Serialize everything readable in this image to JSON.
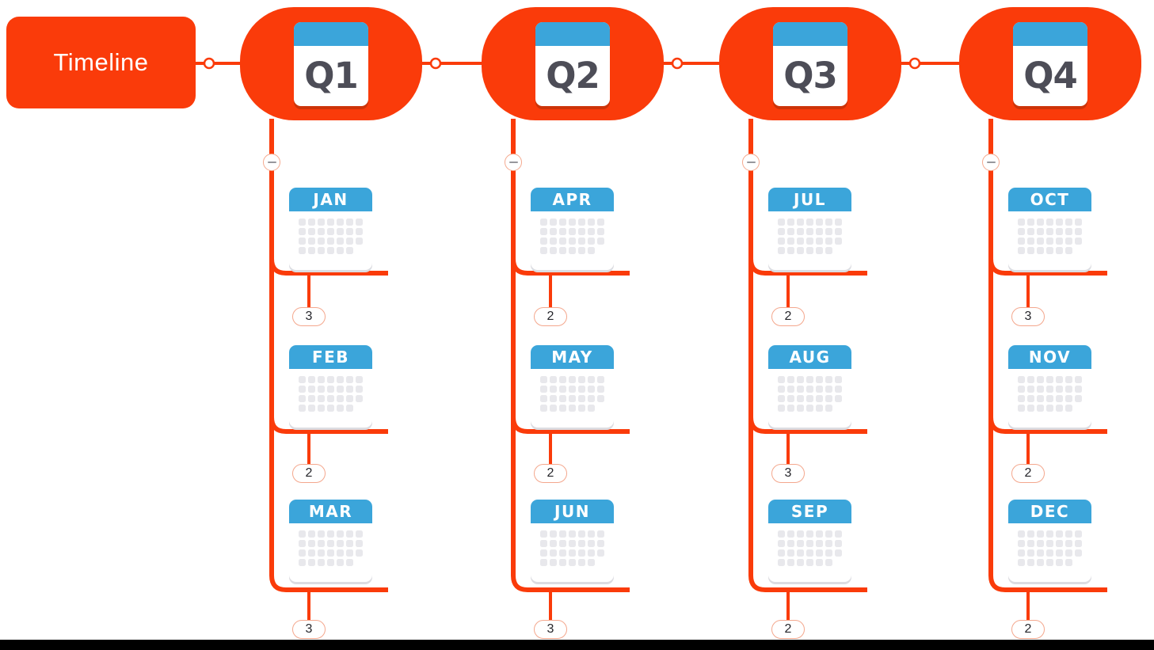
{
  "root": {
    "label": "Timeline"
  },
  "quarters": [
    {
      "label": "Q1",
      "months": [
        {
          "label": "JAN",
          "count": "3"
        },
        {
          "label": "FEB",
          "count": "2"
        },
        {
          "label": "MAR",
          "count": "3"
        }
      ]
    },
    {
      "label": "Q2",
      "months": [
        {
          "label": "APR",
          "count": "2"
        },
        {
          "label": "MAY",
          "count": "2"
        },
        {
          "label": "JUN",
          "count": "3"
        }
      ]
    },
    {
      "label": "Q3",
      "months": [
        {
          "label": "JUL",
          "count": "2"
        },
        {
          "label": "AUG",
          "count": "3"
        },
        {
          "label": "SEP",
          "count": "2"
        }
      ]
    },
    {
      "label": "Q4",
      "months": [
        {
          "label": "OCT",
          "count": "3"
        },
        {
          "label": "NOV",
          "count": "2"
        },
        {
          "label": "DEC",
          "count": "2"
        }
      ]
    }
  ],
  "icons": {
    "quarter_node": "calendar-icon",
    "month_node": "calendar-icon",
    "collapse_button": "minus-icon",
    "connector_joint": "circle-joint-icon"
  },
  "colors": {
    "accent": "#FA3B0A",
    "calendar_header_blue": "#3BA5DA",
    "quarter_text": "#4D4D57",
    "badge_border": "#F4A78D",
    "calendar_dot": "#E8E8EC",
    "bottom_bar": "#000000"
  }
}
